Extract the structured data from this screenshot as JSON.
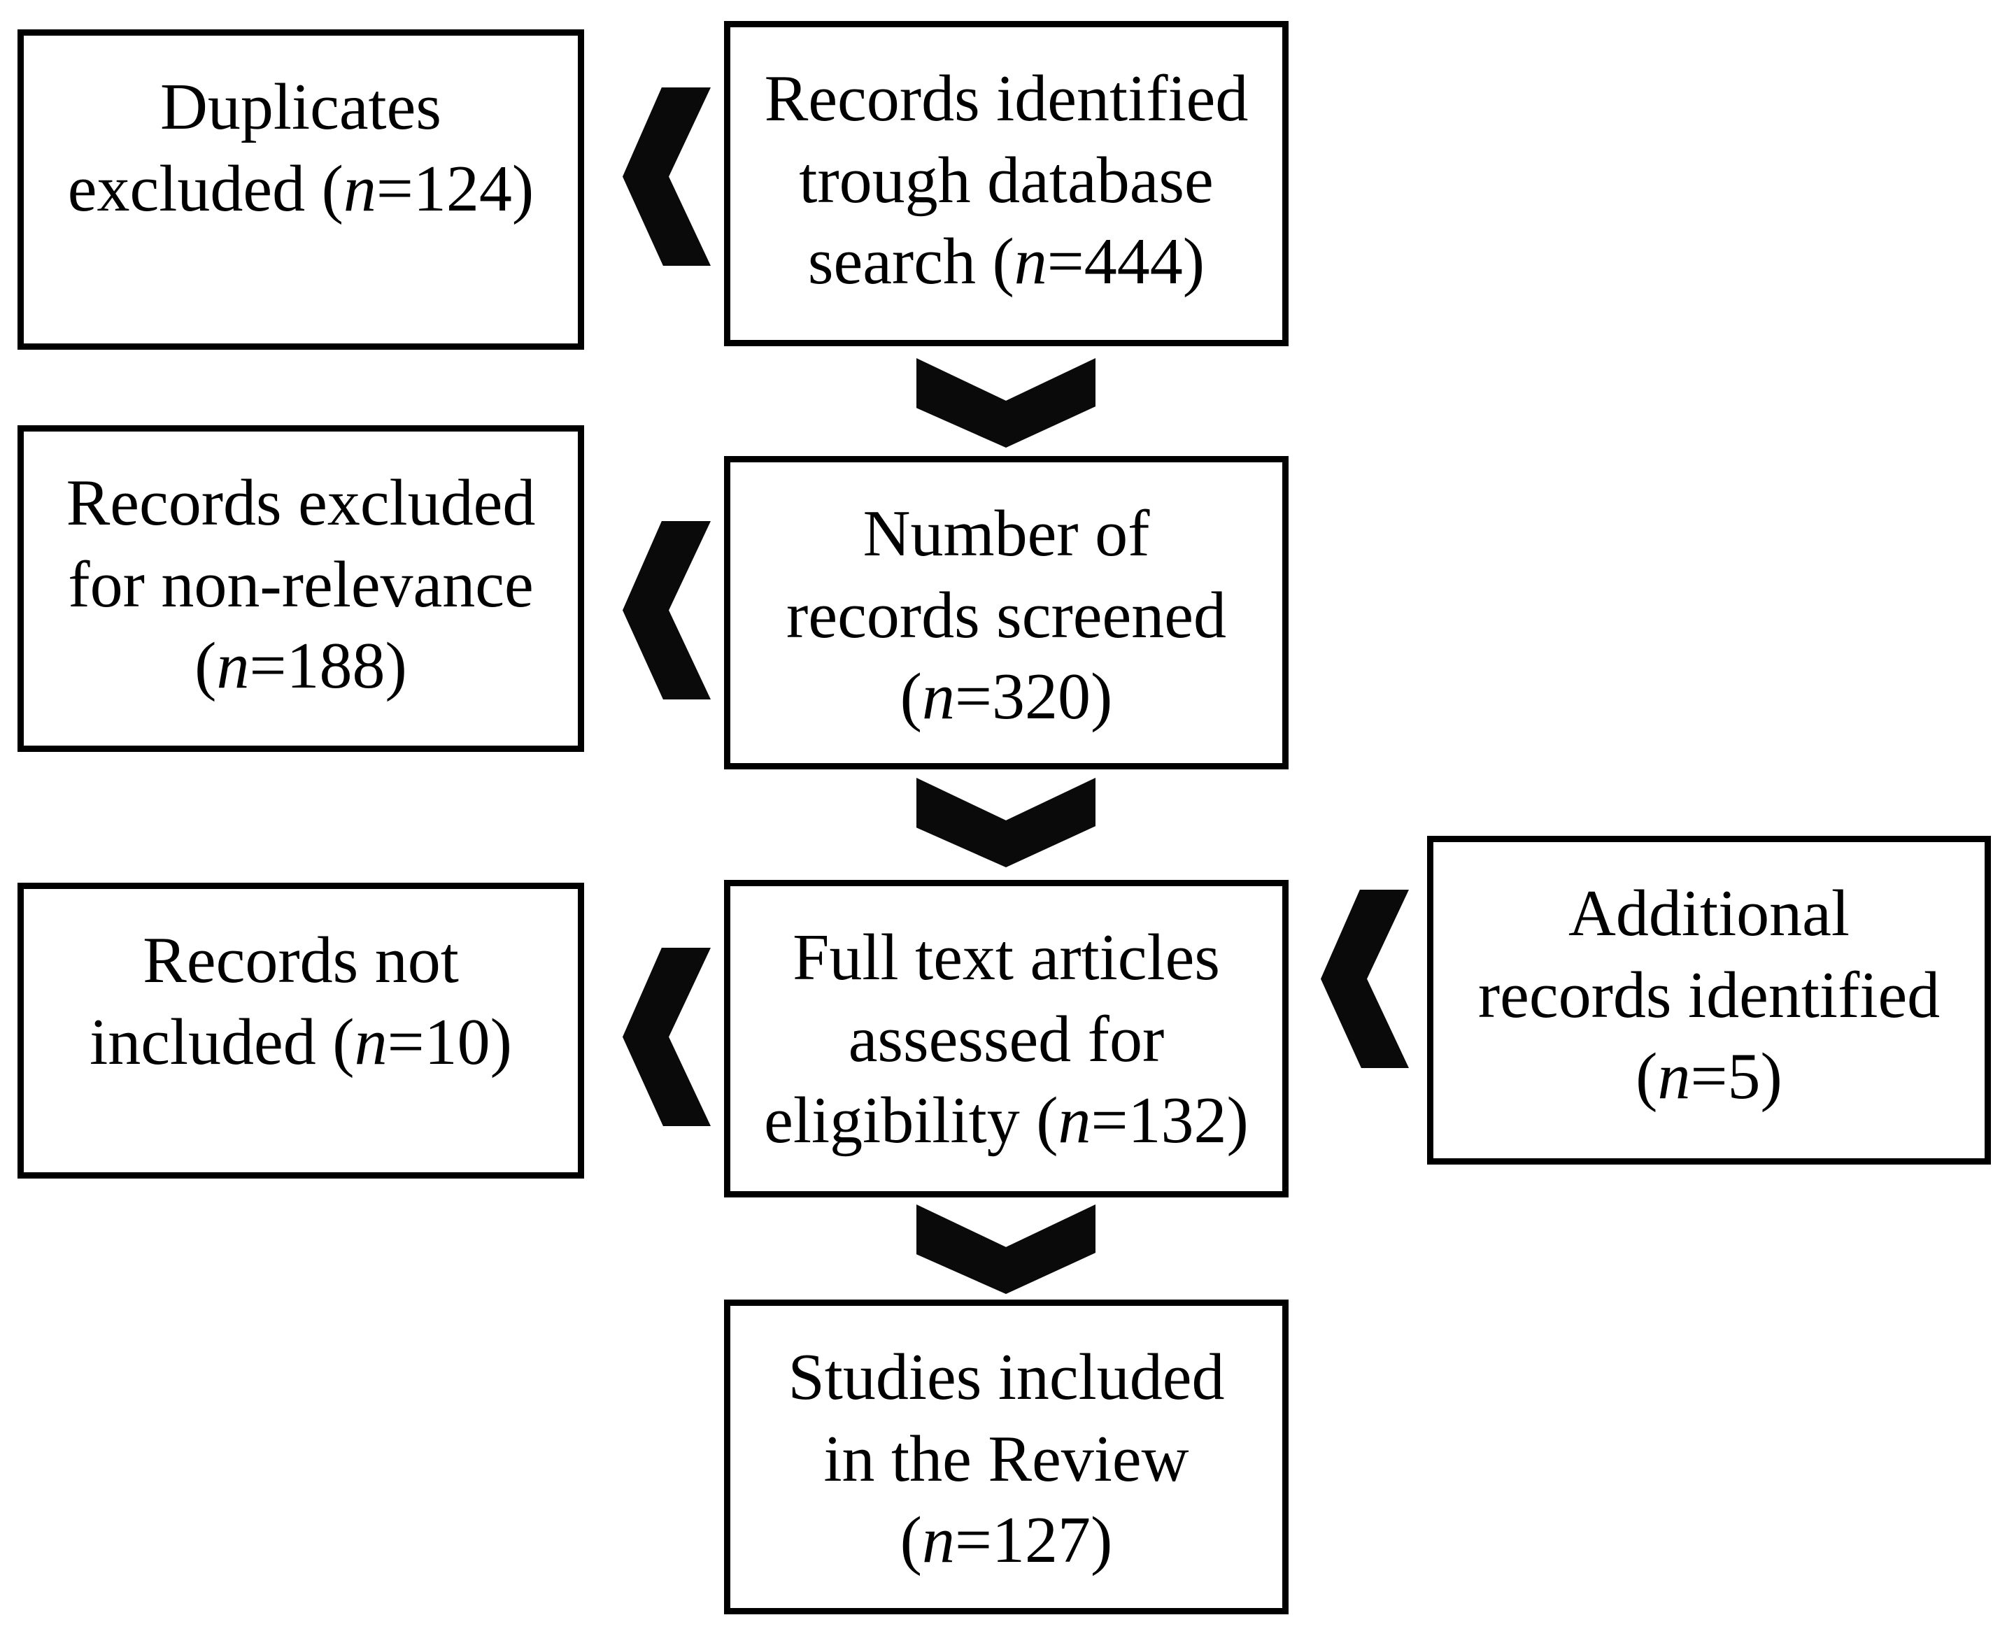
{
  "figure": {
    "type": "flow-diagram",
    "background_color": "#ffffff",
    "box_border_color": "#000000",
    "text_color": "#000000",
    "arrow_color": "#0a0a0a",
    "boxes": {
      "records_identified": {
        "lines": [
          "Records identified",
          "trough database",
          "search (n=444)"
        ],
        "n": 444
      },
      "duplicates_excluded": {
        "lines": [
          "Duplicates",
          "excluded (n=124)"
        ],
        "n": 124
      },
      "records_screened": {
        "lines": [
          "Number of",
          "records screened",
          "(n=320)"
        ],
        "n": 320
      },
      "records_excluded": {
        "lines": [
          "Records excluded",
          "for non-relevance",
          "(n=188)"
        ],
        "n": 188
      },
      "full_text_assessed": {
        "lines": [
          "Full text articles",
          "assessed for",
          "eligibility (n=132)"
        ],
        "n": 132
      },
      "records_not_included": {
        "lines": [
          "Records not",
          "included (n=10)"
        ],
        "n": 10
      },
      "additional_records": {
        "lines": [
          "Additional",
          "records identified",
          "(n=5)"
        ],
        "n": 5
      },
      "studies_included": {
        "lines": [
          "Studies included",
          "in the Review",
          "(n=127)"
        ],
        "n": 127
      }
    },
    "arrows": [
      {
        "from": "records_identified",
        "to": "duplicates_excluded",
        "direction": "left"
      },
      {
        "from": "records_identified",
        "to": "records_screened",
        "direction": "down"
      },
      {
        "from": "records_screened",
        "to": "records_excluded",
        "direction": "left"
      },
      {
        "from": "records_screened",
        "to": "full_text_assessed",
        "direction": "down"
      },
      {
        "from": "full_text_assessed",
        "to": "records_not_included",
        "direction": "left"
      },
      {
        "from": "additional_records",
        "to": "full_text_assessed",
        "direction": "left"
      },
      {
        "from": "full_text_assessed",
        "to": "studies_included",
        "direction": "down"
      }
    ]
  }
}
